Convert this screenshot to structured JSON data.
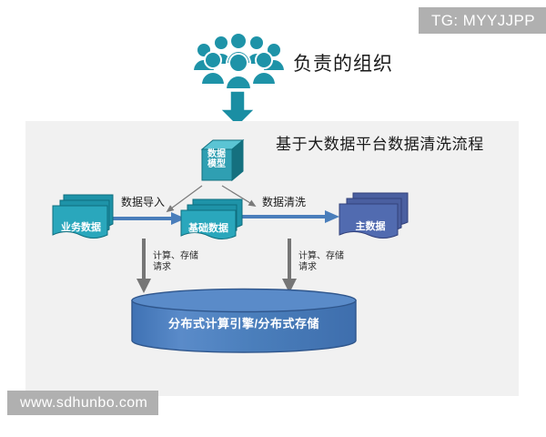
{
  "watermarks": {
    "top_right": "TG: MYYJJPP",
    "bottom_left": "www.sdhunbo.com"
  },
  "header": {
    "org_label": "负责的组织",
    "people_icon": "people-group-icon",
    "feed_arrow_icon": "down-block-arrow-icon"
  },
  "panel": {
    "title": "基于大数据平台数据清洗流程",
    "background": "#f1f1f1"
  },
  "nodes": {
    "data_model": {
      "label_line1": "数据",
      "label_line2": "模型",
      "shape": "cube-3d-icon",
      "color": "#2a8fa0"
    },
    "business_data": {
      "label": "业务数据",
      "shape": "document-stack-icon",
      "color": "#1e93a8"
    },
    "basic_data": {
      "label": "基础数据",
      "shape": "document-stack-icon",
      "color": "#1e93a8"
    },
    "master_data": {
      "label": "主数据",
      "shape": "document-stack-icon",
      "color": "#4a5fa0"
    },
    "storage": {
      "label": "分布式计算引擎/分布式存储",
      "shape": "cylinder-database-icon",
      "color": "#4a7ebb"
    }
  },
  "connectors": {
    "import_label": "数据导入",
    "clean_label": "数据清洗",
    "request_left": "计算、存储\n请求",
    "request_right": "计算、存储\n请求",
    "request_left_line1": "计算、存储",
    "request_left_line2": "请求",
    "request_right_line1": "计算、存储",
    "request_right_line2": "请求"
  },
  "colors": {
    "teal": "#1e93a8",
    "teal_dark": "#17778a",
    "steel_blue": "#4a7ebb",
    "navy": "#4a5fa0",
    "panel_gray": "#f1f1f1",
    "arrow_gray": "#767676",
    "watermark_gray": "#b0b0b0"
  }
}
